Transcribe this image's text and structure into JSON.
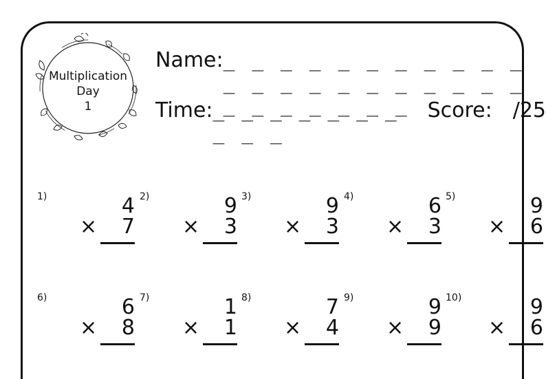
{
  "badge": {
    "line1": "Multiplication",
    "line2": "Day",
    "line3": "1"
  },
  "header": {
    "name_label": "Name:",
    "name_dashes": "_ _ _ _ _ _ _ _ _ _ _ _ _ _ _ _ _ _ _ _ _ _ _ _ _ _ _ _ _",
    "time_label": "Time:",
    "time_dashes": "_ _ _ _ _ _ _ _ _ _",
    "score_label": "Score:",
    "score_value": "/25"
  },
  "problems": [
    {
      "num": "1)",
      "top": "4",
      "op": "×",
      "bottom": "7"
    },
    {
      "num": "2)",
      "top": "9",
      "op": "×",
      "bottom": "3"
    },
    {
      "num": "3)",
      "top": "9",
      "op": "×",
      "bottom": "3"
    },
    {
      "num": "4)",
      "top": "6",
      "op": "×",
      "bottom": "3"
    },
    {
      "num": "5)",
      "top": "9",
      "op": "×",
      "bottom": "6"
    },
    {
      "num": "6)",
      "top": "6",
      "op": "×",
      "bottom": "8"
    },
    {
      "num": "7)",
      "top": "1",
      "op": "×",
      "bottom": "1"
    },
    {
      "num": "8)",
      "top": "7",
      "op": "×",
      "bottom": "4"
    },
    {
      "num": "9)",
      "top": "9",
      "op": "×",
      "bottom": "9"
    },
    {
      "num": "10)",
      "top": "9",
      "op": "×",
      "bottom": "6"
    }
  ]
}
